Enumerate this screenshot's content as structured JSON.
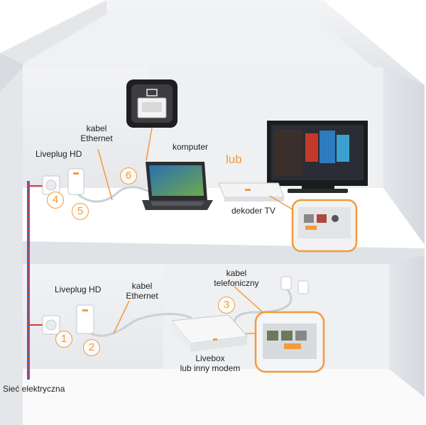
{
  "labels": {
    "kabel_ethernet_top": [
      "kabel",
      "Ethernet"
    ],
    "liveplug_top": "Liveplug HD",
    "komputer": "komputer",
    "lub_top": "lub",
    "dekoder": "dekoder TV",
    "kabel_tel": [
      "kabel",
      "telefoniczny"
    ],
    "liveplug_bottom": "Liveplug HD",
    "kabel_ethernet_bottom": [
      "kabel",
      "Ethernet"
    ],
    "livebox": [
      "Livebox",
      "lub inny modem"
    ],
    "siec": "Sieć elektryczna"
  },
  "steps": [
    "1",
    "2",
    "3",
    "4",
    "5",
    "6"
  ],
  "colors": {
    "accent": "#f39a3a",
    "wall": "#e9ebee",
    "floor": "#ffffff",
    "cable": "#c9d0d6",
    "power_red": "#d43a3a",
    "power_blue": "#4a66c4"
  }
}
